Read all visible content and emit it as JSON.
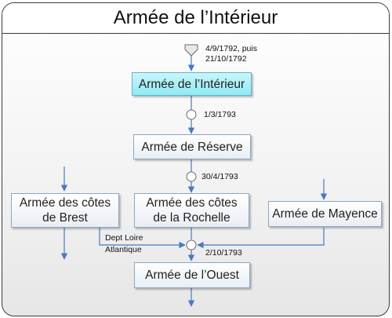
{
  "title": "Armée de l’Intérieur",
  "boxes": {
    "interieur": "Armée de l’Intérieur",
    "reserve": "Armée de Réserve",
    "brest_line1": "Armée des côtes",
    "brest_line2": "de Brest",
    "rochelle_line1": "Armée des côtes",
    "rochelle_line2": "de la Rochelle",
    "mayence": "Armée de Mayence",
    "ouest": "Armée de l’Ouest"
  },
  "dates": {
    "start_line1": "4/9/1792, puis",
    "start_line2": "21/10/1792",
    "d1": "1/3/1793",
    "d2": "30/4/1793",
    "d3": "2/10/1793"
  },
  "annotations": {
    "dept_line1": "Dept Loire",
    "dept_line2": "Atlantique"
  },
  "colors": {
    "connector": "#4a78c2",
    "highlight_fill": "#8feaf2",
    "border": "#3a3a3a"
  }
}
